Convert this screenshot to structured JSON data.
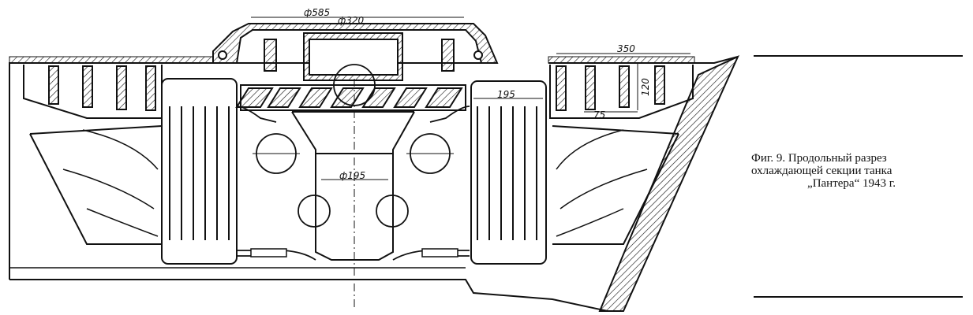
{
  "figure": {
    "dimensions": {
      "outer_diameter": "ф585",
      "inner_diameter": "ф320",
      "duct_diameter": "ф195",
      "radiator_width": "195",
      "section_width": "350",
      "fin_height": "120",
      "fin_pitch": "75"
    }
  },
  "caption": {
    "line1": "Фиг. 9. Продольный разрез",
    "line2": "охлаждающей секции танка",
    "line3": "„Пантера“ 1943 г."
  }
}
